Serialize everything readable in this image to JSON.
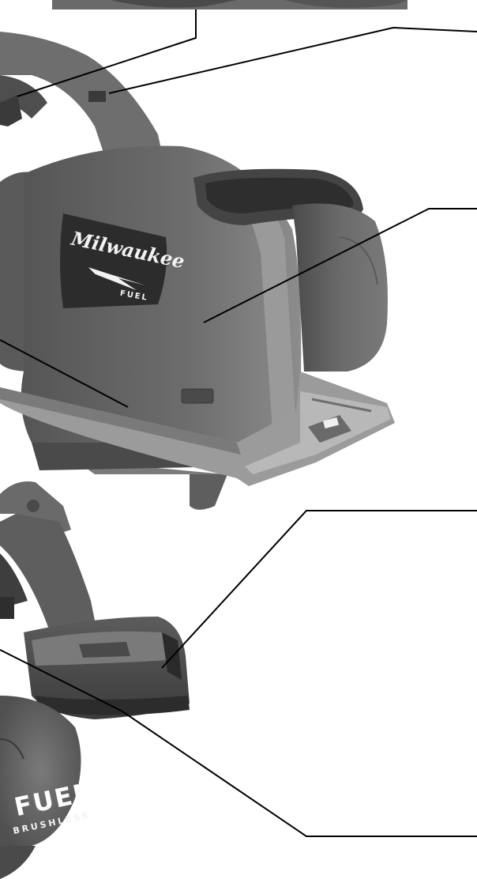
{
  "illustration": {
    "brand_logo": "Milwaukee",
    "saw_badge": "FUEL",
    "battery_logo_main": "FUEL",
    "battery_logo_sub": "BRUSHLESS"
  },
  "colors": {
    "background": "#ffffff",
    "line": "#000000",
    "body_dark": "#5a5a5a",
    "body_mid": "#6e6e6e",
    "body_light": "#8a8a8a",
    "accent_dark": "#2c2c2c"
  }
}
